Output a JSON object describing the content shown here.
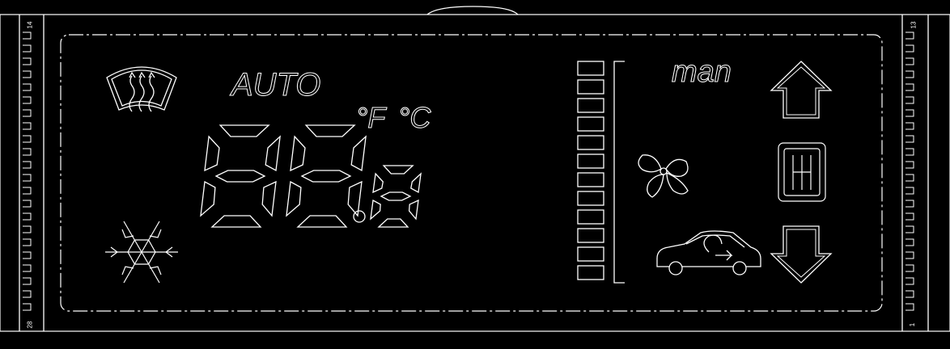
{
  "display": {
    "mode_label": "AUTO",
    "manual_label": "man",
    "unit_f": "°F",
    "unit_c": "°C",
    "digits_value": "88.8",
    "fan_bar_segments": 12
  },
  "pins": {
    "top_left": "14",
    "bottom_left": "28",
    "top_right": "13",
    "bottom_right": "1"
  },
  "icons": {
    "defrost": "windshield-defrost-icon",
    "snowflake": "snowflake-icon",
    "fan": "fan-icon",
    "recirculation": "air-recirculation-car-icon",
    "up": "arrow-up-icon",
    "down": "arrow-down-icon",
    "heat": "heater-grid-icon"
  },
  "colors": {
    "background": "#000000",
    "segment": "#ffffff"
  }
}
